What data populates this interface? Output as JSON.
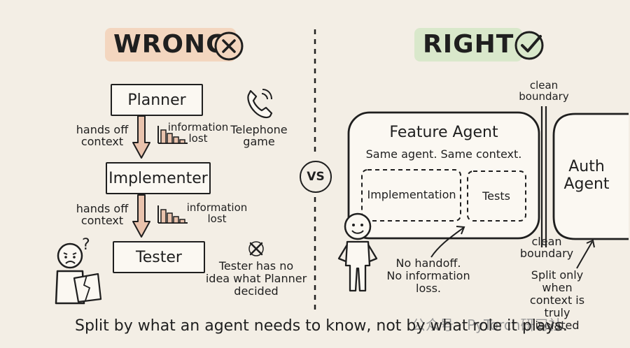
{
  "wrong": {
    "title": "WRONG",
    "planner": "Planner",
    "implementer": "Implementer",
    "tester": "Tester",
    "handoff1": "hands off\ncontext",
    "handoff2": "hands off\ncontext",
    "info1": "information\nlost",
    "info2": "information\nlost",
    "telephone": "Telephone\ngame",
    "tester_note": "Tester has no\nidea what Planner\ndecided",
    "question_mark": "?"
  },
  "vs": "VS",
  "right": {
    "title": "RIGHT",
    "feature_agent": "Feature Agent",
    "same_context": "Same agent. Same context.",
    "implementation": "Implementation",
    "tests": "Tests",
    "auth_agent": "Auth\nAgent",
    "boundary_top": "clean\nboundary",
    "boundary_bottom": "clean\nboundary",
    "no_handoff": "No handoff.\nNo information\nloss.",
    "split_note": "Split only when\ncontext is truly\nisolated"
  },
  "footer": "Split by what an agent needs to know, not by what role it plays.",
  "watermark": "公众号 · PyTorch研习社",
  "colors": {
    "background": "#f3eee5",
    "wrong_highlight": "#f3d6bf",
    "right_highlight": "#d9e8cb",
    "down_arrow": "#e9c3ad",
    "ink": "#1f1f1f"
  },
  "icons": [
    "x-circle-icon",
    "check-circle-icon",
    "telephone-icon",
    "info-lost-bars-icon",
    "x-mark-icon",
    "confused-person-icon",
    "smiling-person-icon"
  ]
}
